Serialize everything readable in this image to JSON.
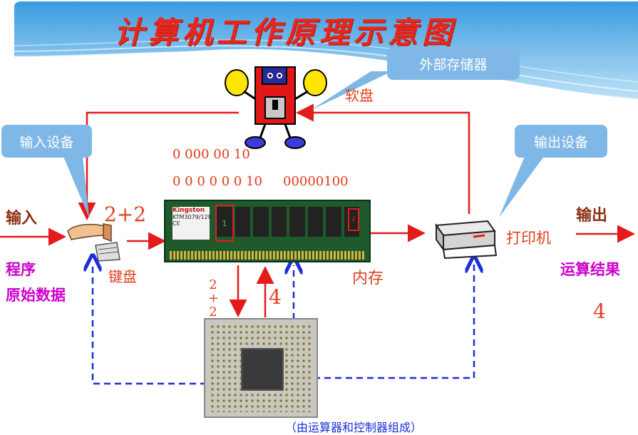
{
  "title": "计算机工作原理示意图",
  "callouts": {
    "external_storage": "外部存储器",
    "input_device": "输入设备",
    "output_device": "输出设备"
  },
  "labels": {
    "floppy": "软盘",
    "keyboard": "键盘",
    "memory": "内存",
    "printer": "打印机",
    "input": "输入",
    "output": "输出",
    "program": "程序",
    "raw_data": "原始数据",
    "result_label": "运算结果",
    "result_value": "4",
    "expression": "2+2",
    "to_cpu_expression": "2+2",
    "from_cpu_value": "4",
    "cpu_caption": "（由运算器和控制器组成）"
  },
  "binary": {
    "line1": "0 000 00 10",
    "line2": "0 0 0 0 0 0 10",
    "line3": "00000100"
  },
  "ram_text": {
    "brand": "Kingston",
    "model": "KTM3079/128",
    "suffix": "CE",
    "cell": "1",
    "cell2": "2"
  },
  "colors": {
    "data_flow": "#e31b1b",
    "control_flow": "#1a2fd6",
    "title": "#e8271c",
    "callout": "#7fb8e6"
  }
}
